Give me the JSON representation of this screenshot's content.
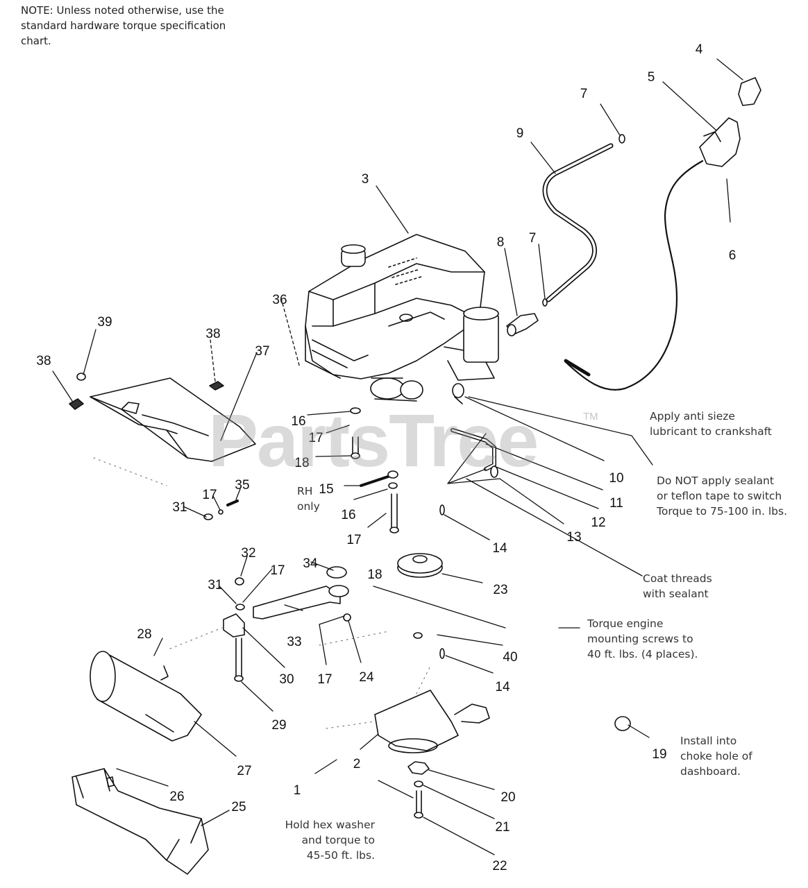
{
  "note": "NOTE: Unless noted otherwise, use the standard hardware torque specification chart.",
  "watermark": "PartsTree",
  "trademark": "TM",
  "annotations": {
    "anti_sieze": [
      "Apply anti sieze",
      "lubricant to crankshaft"
    ],
    "sealant": [
      "Do NOT apply sealant",
      "or teflon tape to switch",
      "Torque to 75-100 in. lbs."
    ],
    "coat_threads": [
      "Coat threads",
      "with sealant"
    ],
    "torque_engine": [
      "Torque engine",
      "mounting screws to",
      "40 ft. lbs. (4 places)."
    ],
    "install_choke": [
      "Install into",
      "choke hole of",
      "dashboard."
    ],
    "hold_hex": [
      "Hold hex washer",
      "and torque to",
      "45-50 ft. lbs."
    ],
    "rh_only": [
      "RH",
      "only"
    ]
  },
  "callouts": [
    {
      "id": "c1",
      "text": "1"
    },
    {
      "id": "c2",
      "text": "2"
    },
    {
      "id": "c3",
      "text": "3"
    },
    {
      "id": "c4",
      "text": "4"
    },
    {
      "id": "c5",
      "text": "5"
    },
    {
      "id": "c6",
      "text": "6"
    },
    {
      "id": "c7a",
      "text": "7"
    },
    {
      "id": "c7b",
      "text": "7"
    },
    {
      "id": "c8",
      "text": "8"
    },
    {
      "id": "c9",
      "text": "9"
    },
    {
      "id": "c10",
      "text": "10"
    },
    {
      "id": "c11",
      "text": "11"
    },
    {
      "id": "c12",
      "text": "12"
    },
    {
      "id": "c13",
      "text": "13"
    },
    {
      "id": "c14a",
      "text": "14"
    },
    {
      "id": "c14b",
      "text": "14"
    },
    {
      "id": "c15",
      "text": "15"
    },
    {
      "id": "c16a",
      "text": "16"
    },
    {
      "id": "c16b",
      "text": "16"
    },
    {
      "id": "c17a",
      "text": "17"
    },
    {
      "id": "c17b",
      "text": "17"
    },
    {
      "id": "c17c",
      "text": "17"
    },
    {
      "id": "c17d",
      "text": "17"
    },
    {
      "id": "c17e",
      "text": "17"
    },
    {
      "id": "c18a",
      "text": "18"
    },
    {
      "id": "c18b",
      "text": "18"
    },
    {
      "id": "c19",
      "text": "19"
    },
    {
      "id": "c20",
      "text": "20"
    },
    {
      "id": "c21",
      "text": "21"
    },
    {
      "id": "c22",
      "text": "22"
    },
    {
      "id": "c23",
      "text": "23"
    },
    {
      "id": "c24",
      "text": "24"
    },
    {
      "id": "c25",
      "text": "25"
    },
    {
      "id": "c26",
      "text": "26"
    },
    {
      "id": "c27",
      "text": "27"
    },
    {
      "id": "c28",
      "text": "28"
    },
    {
      "id": "c29",
      "text": "29"
    },
    {
      "id": "c30",
      "text": "30"
    },
    {
      "id": "c31a",
      "text": "31"
    },
    {
      "id": "c31b",
      "text": "31"
    },
    {
      "id": "c32",
      "text": "32"
    },
    {
      "id": "c33",
      "text": "33"
    },
    {
      "id": "c34",
      "text": "34"
    },
    {
      "id": "c35",
      "text": "35"
    },
    {
      "id": "c36",
      "text": "36"
    },
    {
      "id": "c37",
      "text": "37"
    },
    {
      "id": "c38a",
      "text": "38"
    },
    {
      "id": "c38b",
      "text": "38"
    },
    {
      "id": "c39",
      "text": "39"
    },
    {
      "id": "c40",
      "text": "40"
    }
  ]
}
